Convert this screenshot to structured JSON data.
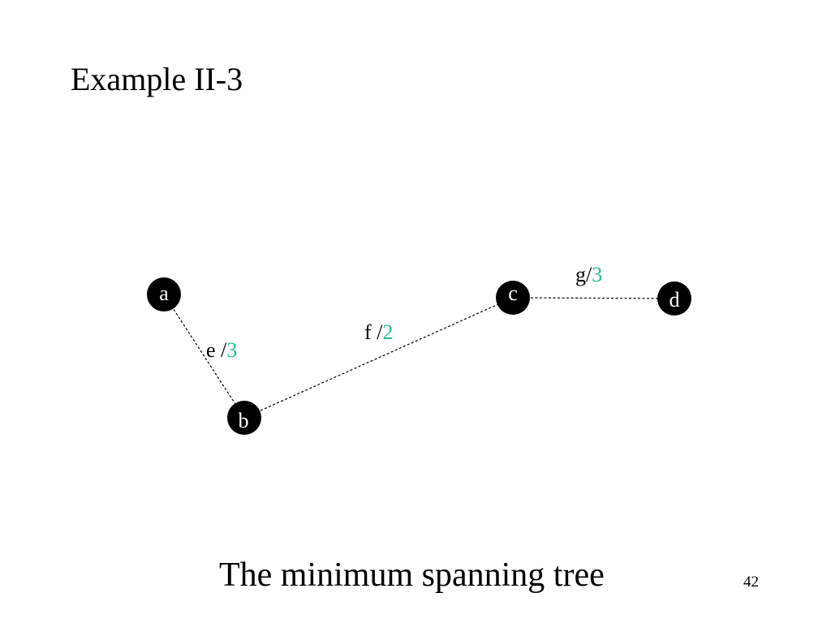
{
  "slide": {
    "title": "Example II-3",
    "caption": "The minimum spanning tree",
    "page_number": "42"
  },
  "colors": {
    "weight": "#1fbf94",
    "node_fill": "#000000",
    "node_text": "#ffffff",
    "edge": "#000000"
  },
  "graph": {
    "nodes": [
      {
        "id": "a",
        "label": "a"
      },
      {
        "id": "b",
        "label": "b"
      },
      {
        "id": "c",
        "label": "c"
      },
      {
        "id": "d",
        "label": "d"
      }
    ],
    "edges": [
      {
        "id": "e",
        "name": "e /",
        "weight": "3",
        "from": "a",
        "to": "b"
      },
      {
        "id": "f",
        "name": "f /",
        "weight": "2",
        "from": "b",
        "to": "c"
      },
      {
        "id": "g",
        "name": "g/",
        "weight": "3",
        "from": "c",
        "to": "d"
      }
    ]
  }
}
